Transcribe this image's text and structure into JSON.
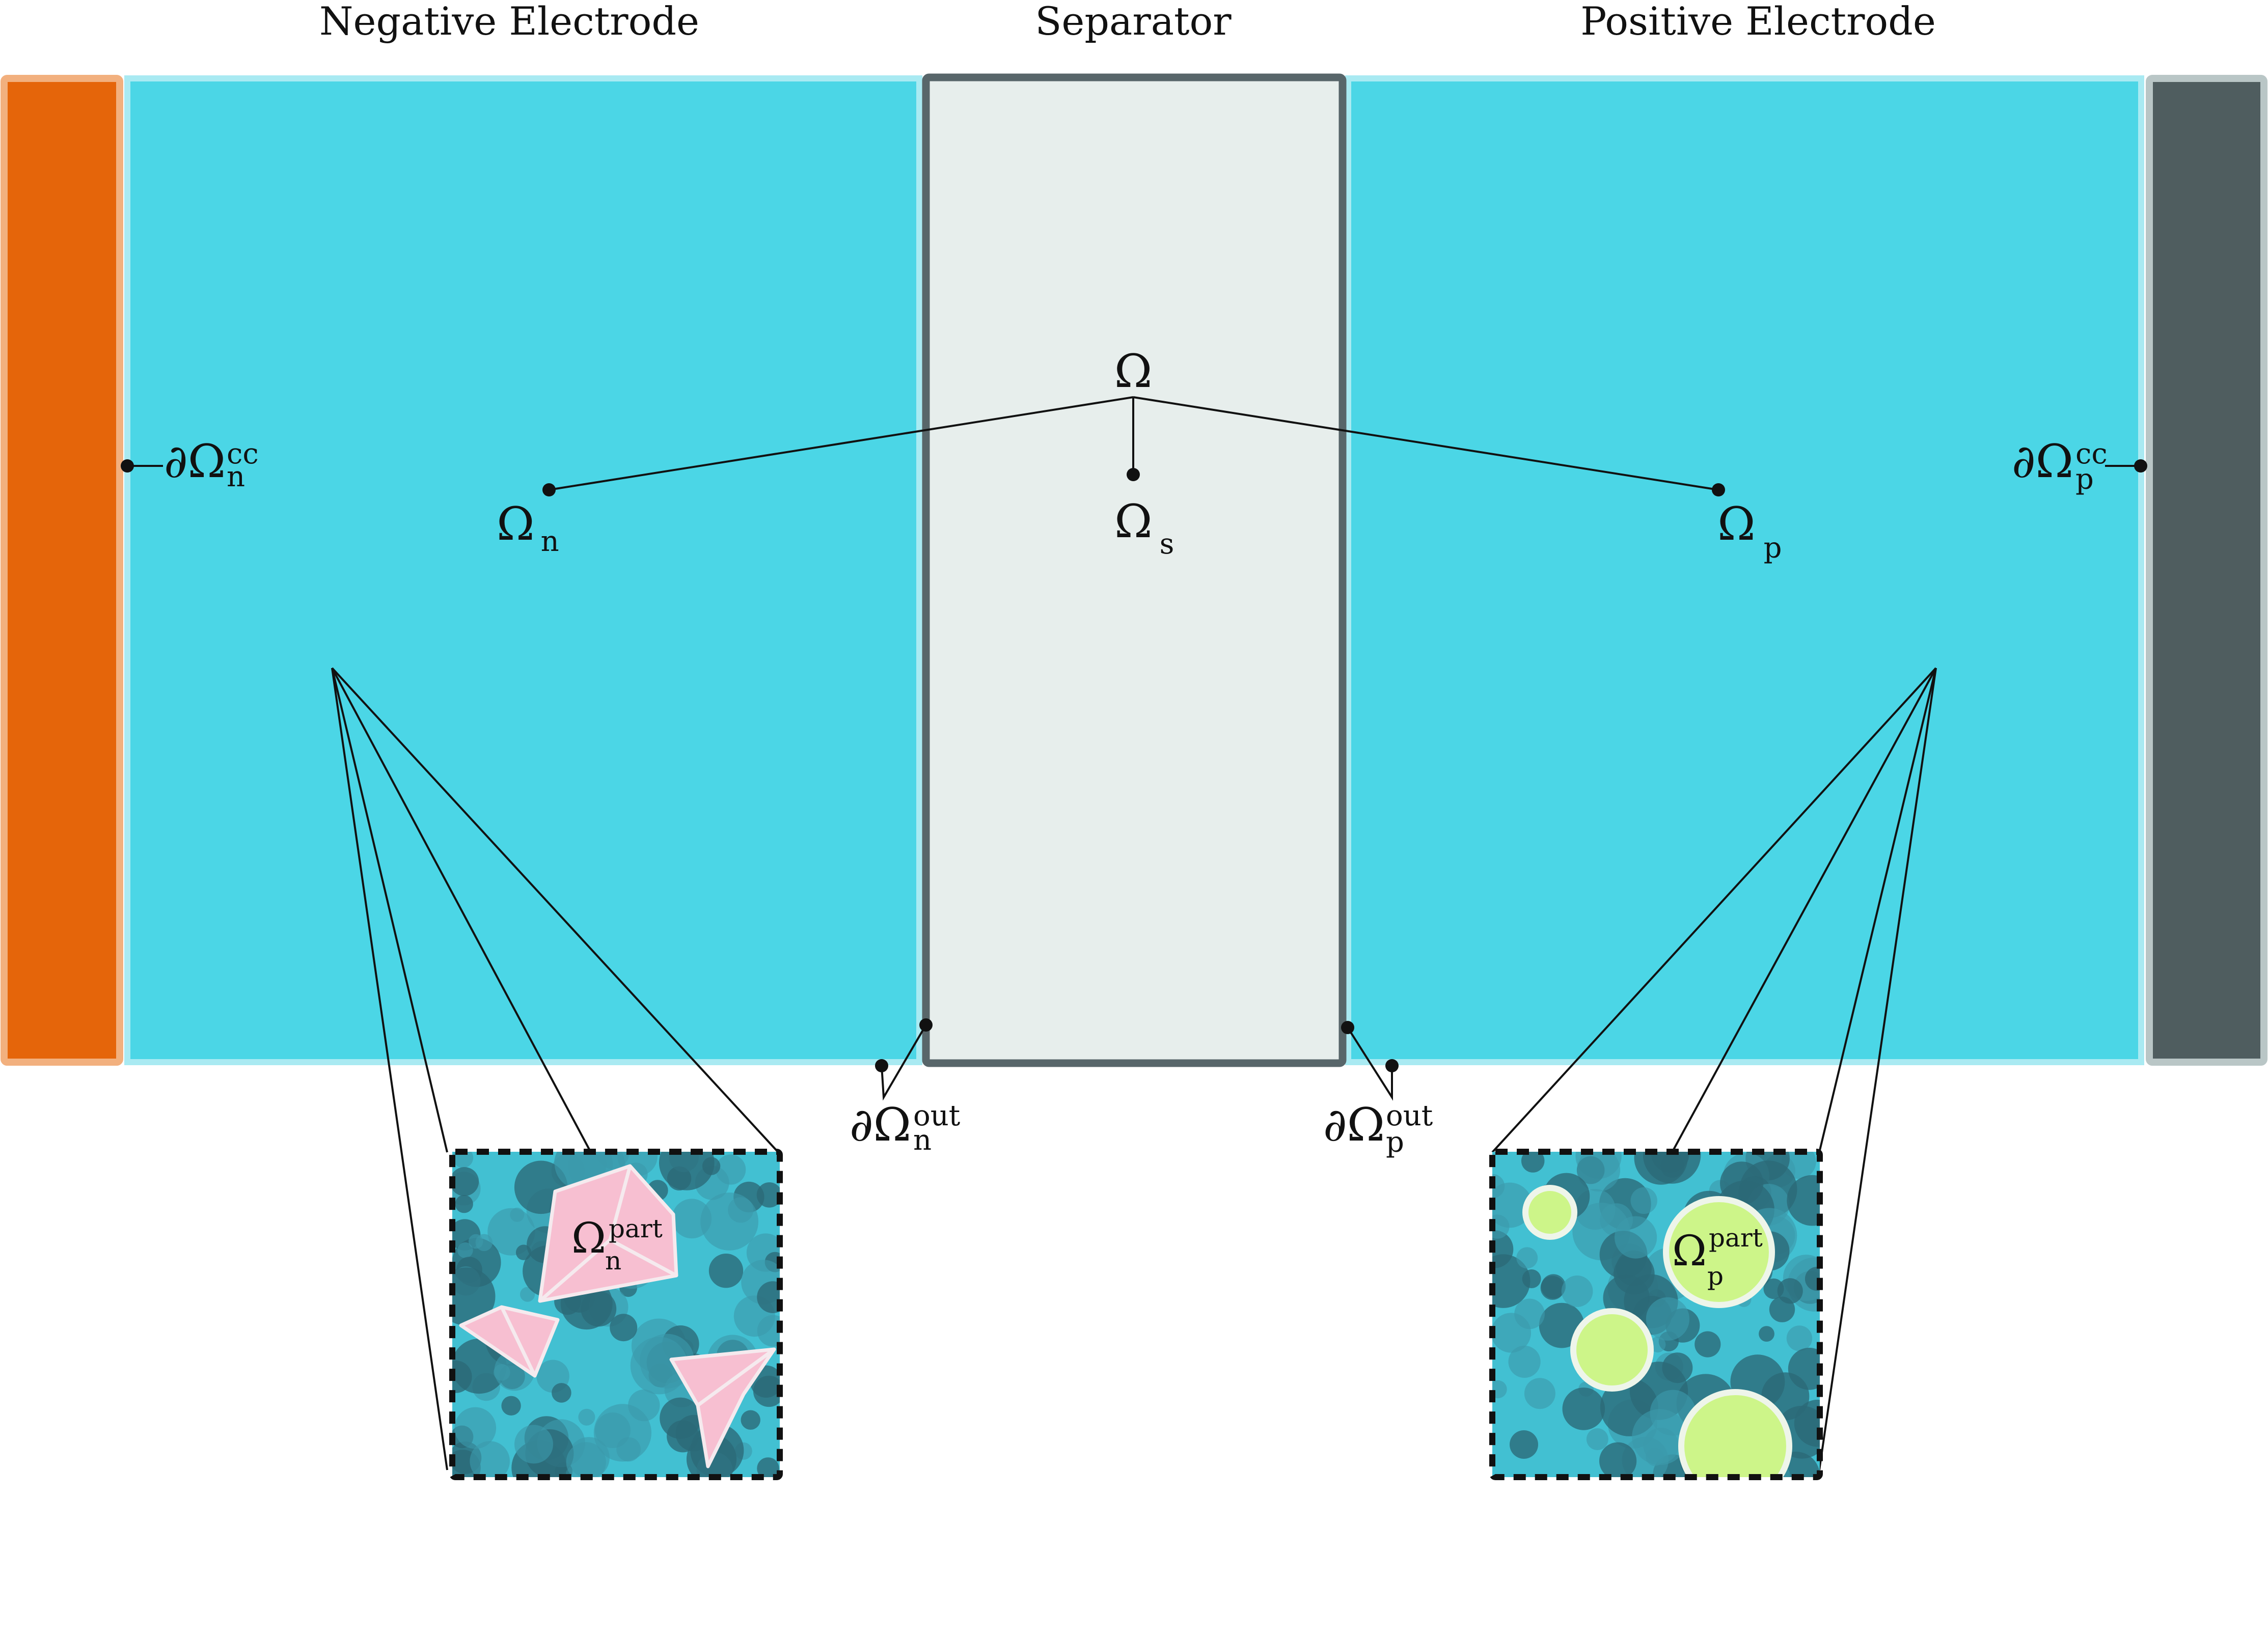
{
  "regions": {
    "negative_electrode": "Negative Electrode",
    "separator": "Separator",
    "positive_electrode": "Positive Electrode"
  },
  "symbols": {
    "omega": "Ω",
    "omega_n": {
      "base": "Ω",
      "sub": "n"
    },
    "omega_s": {
      "base": "Ω",
      "sub": "s"
    },
    "omega_p": {
      "base": "Ω",
      "sub": "p"
    },
    "boundary_n_cc": {
      "base": "∂Ω",
      "sub": "n",
      "sup": "cc"
    },
    "boundary_p_cc": {
      "base": "∂Ω",
      "sub": "p",
      "sup": "cc"
    },
    "boundary_n_out": {
      "base": "∂Ω",
      "sub": "n",
      "sup": "out"
    },
    "boundary_p_out": {
      "base": "∂Ω",
      "sub": "p",
      "sup": "out"
    },
    "omega_n_part": {
      "base": "Ω",
      "sub": "n",
      "sup": "part"
    },
    "omega_p_part": {
      "base": "Ω",
      "sub": "p",
      "sup": "part"
    }
  },
  "colors": {
    "negative_current_collector": "#e5650a",
    "negative_current_collector_border": "#f2b07e",
    "electrolyte": "#4bd6e6",
    "electrolyte_border": "#a9eaf2",
    "separator_fill": "#e7eeec",
    "separator_border": "#58666a",
    "positive_current_collector": "#4f5d5f",
    "positive_current_collector_border": "#b9c6c6",
    "negative_particle": "#f7bfd1",
    "positive_particle": "#cdf589",
    "pore_dark": "#2b6977",
    "pore_mid": "#3b9aab",
    "zoom_background": "#42c0d2"
  }
}
